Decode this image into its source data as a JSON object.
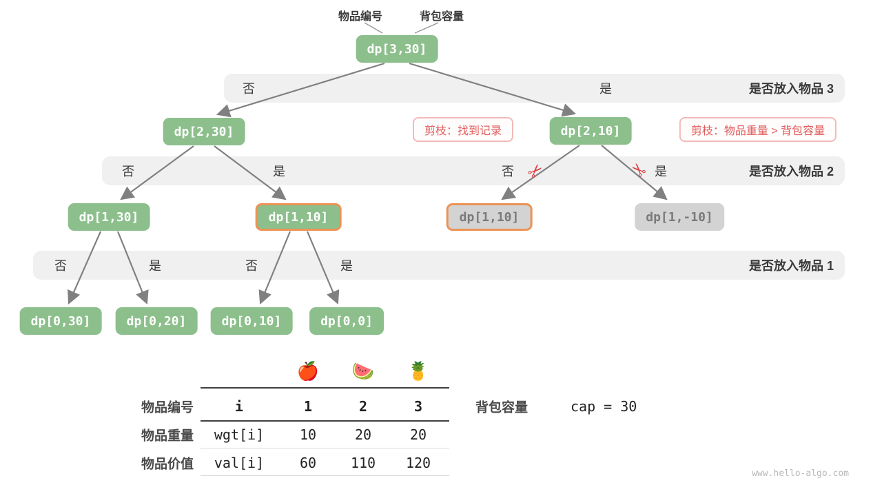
{
  "header": {
    "item_index_label": "物品编号",
    "capacity_label": "背包容量"
  },
  "tree": {
    "root": "dp[3,30]",
    "level2": [
      "dp[2,30]",
      "dp[2,10]"
    ],
    "level3": [
      "dp[1,30]",
      "dp[1,10]",
      "dp[1,10]",
      "dp[1,-10]"
    ],
    "level4": [
      "dp[0,30]",
      "dp[0,20]",
      "dp[0,10]",
      "dp[0,0]"
    ]
  },
  "bands": [
    {
      "choices": [
        "否",
        "是"
      ],
      "question": "是否放入物品 3"
    },
    {
      "choices": [
        "否",
        "是",
        "否",
        "是"
      ],
      "question": "是否放入物品 2"
    },
    {
      "choices": [
        "否",
        "是",
        "否",
        "是"
      ],
      "question": "是否放入物品 1"
    }
  ],
  "prune": {
    "found_record": "剪枝：找到记录",
    "overweight": "剪枝：物品重量 > 背包容量",
    "scissors_icon": "✂"
  },
  "table": {
    "fruit_icons": [
      "🍎",
      "🍉",
      "🍍"
    ],
    "rows": [
      {
        "label": "物品编号",
        "key": "i",
        "values": [
          "1",
          "2",
          "3"
        ]
      },
      {
        "label": "物品重量",
        "key": "wgt[i]",
        "values": [
          "10",
          "20",
          "20"
        ]
      },
      {
        "label": "物品价值",
        "key": "val[i]",
        "values": [
          "60",
          "110",
          "120"
        ]
      }
    ]
  },
  "capacity": {
    "label": "背包容量",
    "code": "cap = 30"
  },
  "watermark": "www.hello-algo.com",
  "colors": {
    "node_green": "#8cbf8c",
    "node_gray": "#d3d3d4",
    "highlight_orange": "#ed9254",
    "prune_red": "#e05c5c",
    "band_gray": "#f0f0f1",
    "arrow_gray": "#808080"
  }
}
